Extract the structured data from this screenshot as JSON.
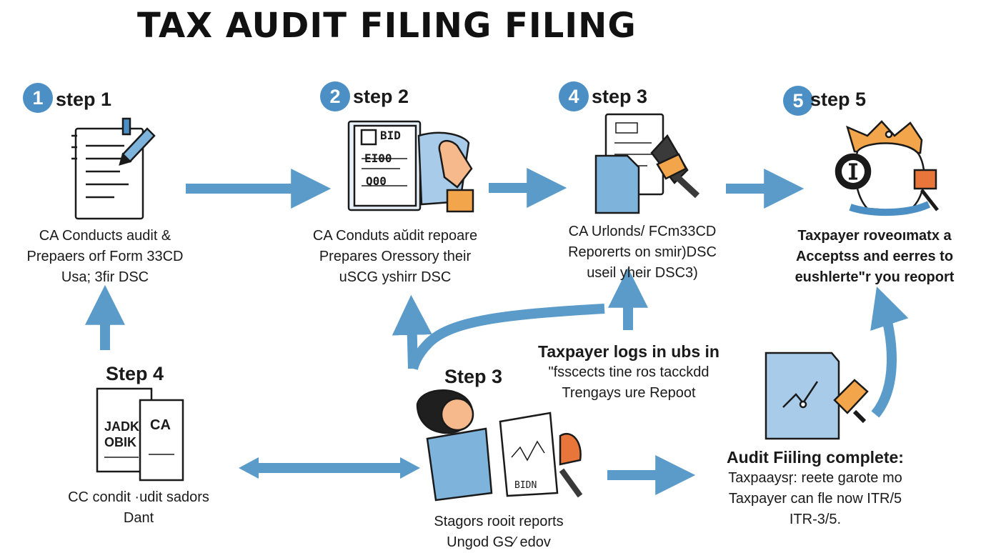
{
  "title": "TAX AUDIT FILING FILING",
  "colors": {
    "arrow": "#5b9bca",
    "accent_blue": "#7eb3db",
    "orange": "#f2a54a",
    "red_orange": "#e8753a",
    "badge": "#4b8fc5",
    "text": "#1a1a1a"
  },
  "steps": [
    {
      "badge": "1",
      "label": "step 1",
      "lines": [
        "CA Conducts audit &",
        "Prepaers orf Form 33CD",
        "Usa; 3fir DSC"
      ]
    },
    {
      "badge": "2",
      "label": "step 2",
      "lines": [
        "CA Conduts aŭdit repoare",
        "Prepares Oressory their",
        "uSCG yshirr DSC"
      ]
    },
    {
      "badge": "4",
      "label": "step 3",
      "lines": [
        "CA Urlonds/ FCm33CD",
        "Reporerts on smir)DSC",
        "useil yheir DSC3)"
      ]
    },
    {
      "badge": "5",
      "label": "step 5",
      "lines": [
        "Taxpayer roveoımatx a",
        "Acceptss and eerres to",
        "eushlerte\"r you reoport"
      ]
    }
  ],
  "step4": {
    "label": "Step 4",
    "lines": [
      "CC condit ·udit sadors",
      "Dant"
    ],
    "doc_left": [
      "JADK",
      "OBIK"
    ],
    "doc_right": "CA"
  },
  "step3b": {
    "label": "Step 3",
    "lines": [
      "Stagors rooit reports",
      "Ungod GS⁄ edov"
    ],
    "doc_text": "BIDN"
  },
  "middle_note": {
    "lines": [
      "Taxpayer logs in ubs in",
      "\"fsscects tine ros tacckdd",
      "Trengays ure Repoot"
    ]
  },
  "complete": {
    "lines": [
      "Audit Fiiling complete:",
      "Taxpaaysŗ: reete garote mo",
      "Taxpayer can fle now ITR/5",
      "ITR-3/5."
    ]
  },
  "doc_marks": {
    "step2": [
      "BID",
      "EI00",
      "Q00"
    ]
  }
}
